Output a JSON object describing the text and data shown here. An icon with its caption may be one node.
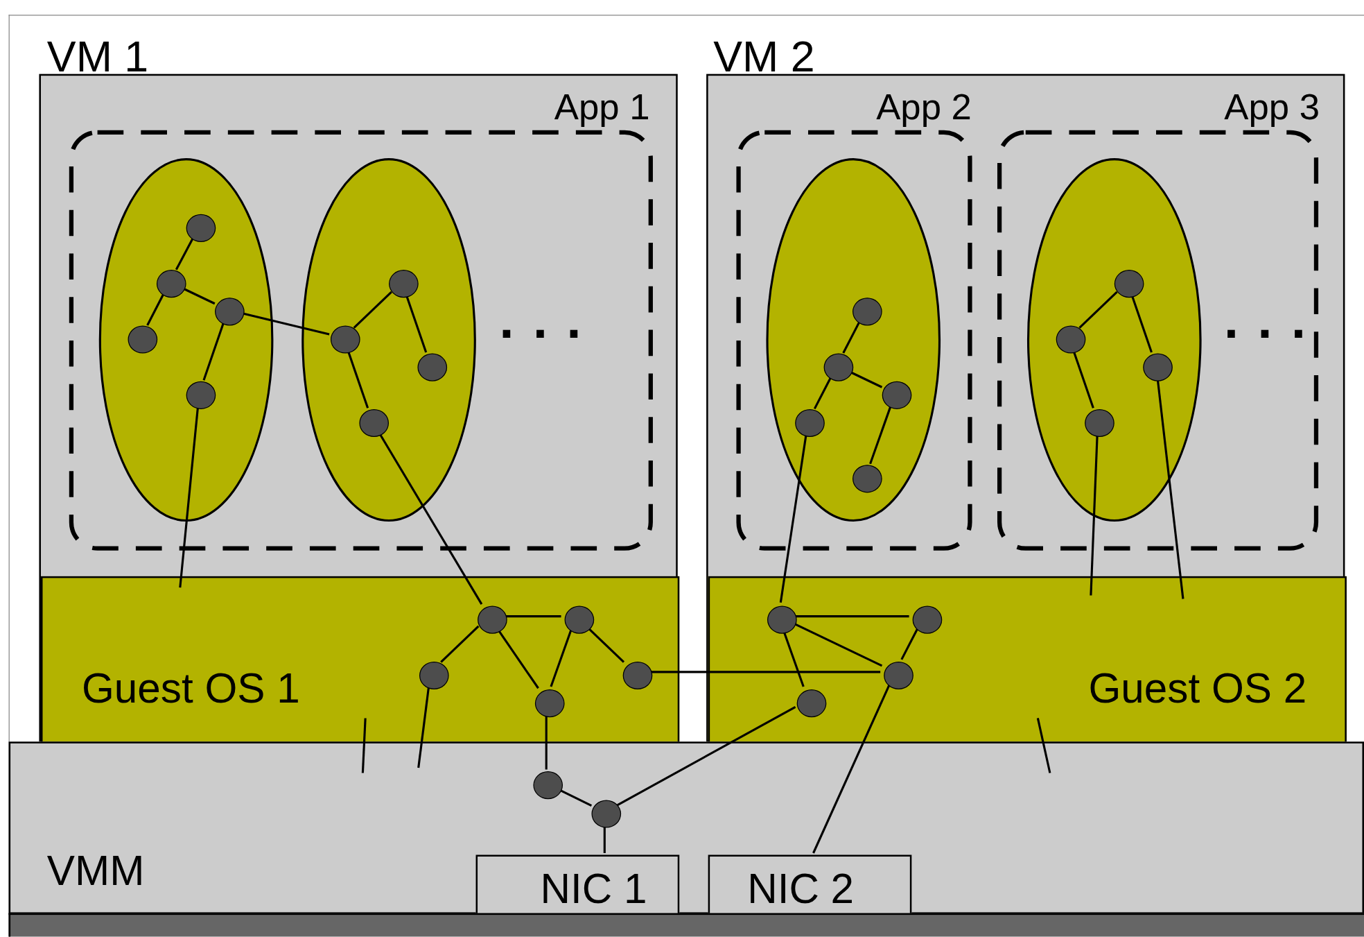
{
  "diagram": {
    "nodes": [
      {
        "text": [
          "VM 1"
        ]
      },
      {
        "text": [
          "App 1"
        ],
        "in": 0
      },
      {
        "text": [],
        "shape": "ellipse",
        "in": 1
      },
      {
        "text": [],
        "shape": "ellipse",
        "in": 1
      },
      {
        "text": [],
        "shape": "circle",
        "in": 2
      },
      {
        "text": [],
        "shape": "circle",
        "in": 2
      },
      {
        "text": [],
        "shape": "circle",
        "in": 2
      },
      {
        "text": [],
        "shape": "circle",
        "in": 2
      },
      {
        "text": [],
        "shape": "circle",
        "in": 2
      },
      {
        "text": [],
        "shape": "circle",
        "in": 3
      },
      {
        "text": [],
        "shape": "circle",
        "in": 3
      },
      {
        "text": [],
        "shape": "circle",
        "in": 3
      },
      {
        "text": [],
        "shape": "circle",
        "in": 3
      },
      {
        "text": [
          "Guest OS 1"
        ],
        "in": 0
      },
      {
        "text": [],
        "shape": "circle",
        "in": 13
      },
      {
        "text": [],
        "shape": "circle",
        "in": 13
      },
      {
        "text": [],
        "shape": "circle",
        "in": 13
      },
      {
        "text": [],
        "shape": "circle",
        "in": 13
      },
      {
        "text": [],
        "shape": "circle",
        "in": 13
      },
      {
        "text": [
          "VM 2"
        ]
      },
      {
        "text": [
          "App 2"
        ],
        "in": 19
      },
      {
        "text": [],
        "shape": "ellipse",
        "in": 20
      },
      {
        "text": [],
        "shape": "circle",
        "in": 21
      },
      {
        "text": [],
        "shape": "circle",
        "in": 21
      },
      {
        "text": [],
        "shape": "circle",
        "in": 21
      },
      {
        "text": [],
        "shape": "circle",
        "in": 21
      },
      {
        "text": [],
        "shape": "circle",
        "in": 21
      },
      {
        "text": [
          "App 3"
        ],
        "in": 19
      },
      {
        "text": [],
        "shape": "ellipse",
        "in": 27
      },
      {
        "text": [],
        "shape": "circle",
        "in": 28
      },
      {
        "text": [],
        "shape": "circle",
        "in": 28
      },
      {
        "text": [],
        "shape": "circle",
        "in": 28
      },
      {
        "text": [],
        "shape": "circle",
        "in": 28
      },
      {
        "text": [
          "Guest OS 2"
        ],
        "in": 19
      },
      {
        "text": [],
        "shape": "circle",
        "in": 33
      },
      {
        "text": [],
        "shape": "circle",
        "in": 33
      },
      {
        "text": [],
        "shape": "circle",
        "in": 33
      },
      {
        "text": [],
        "shape": "circle",
        "in": 33
      },
      {
        "text": [
          "VMM"
        ]
      },
      {
        "text": [],
        "shape": "circle",
        "in": 38
      },
      {
        "text": [],
        "shape": "circle",
        "in": 38
      },
      {
        "text": [
          "NIC 1"
        ],
        "in": 38
      },
      {
        "text": [
          "NIC 2"
        ],
        "in": 38
      },
      {
        "text": [],
        "shape": "bar"
      }
    ],
    "edges": [
      {
        "from": 4,
        "to": 5,
        "arrow": "none"
      },
      {
        "from": 5,
        "to": 7,
        "arrow": "none"
      },
      {
        "from": 5,
        "to": 6,
        "arrow": "none"
      },
      {
        "from": 6,
        "to": 8,
        "arrow": "none"
      },
      {
        "from": 6,
        "to": 9,
        "arrow": "none"
      },
      {
        "from": 9,
        "to": 10,
        "arrow": "none"
      },
      {
        "from": 10,
        "to": 11,
        "arrow": "none"
      },
      {
        "from": 9,
        "to": 12,
        "arrow": "none"
      },
      {
        "from": 12,
        "to": 14,
        "arrow": "none"
      },
      {
        "from": 8,
        "to": 13,
        "arrow": "none"
      },
      {
        "from": 14,
        "to": 15,
        "arrow": "none"
      },
      {
        "from": 14,
        "to": 16,
        "arrow": "none"
      },
      {
        "from": 14,
        "to": 17,
        "arrow": "none"
      },
      {
        "from": 15,
        "to": 17,
        "arrow": "none"
      },
      {
        "from": 15,
        "to": 18,
        "arrow": "none"
      },
      {
        "from": 18,
        "to": 36,
        "arrow": "none"
      },
      {
        "from": 16,
        "to": 38,
        "arrow": "none"
      },
      {
        "from": 22,
        "to": 23,
        "arrow": "none"
      },
      {
        "from": 23,
        "to": 24,
        "arrow": "none"
      },
      {
        "from": 23,
        "to": 25,
        "arrow": "none"
      },
      {
        "from": 24,
        "to": 26,
        "arrow": "none"
      },
      {
        "from": 25,
        "to": 34,
        "arrow": "none"
      },
      {
        "from": 29,
        "to": 30,
        "arrow": "none"
      },
      {
        "from": 29,
        "to": 31,
        "arrow": "none"
      },
      {
        "from": 30,
        "to": 32,
        "arrow": "none"
      },
      {
        "from": 32,
        "to": 33,
        "arrow": "none"
      },
      {
        "from": 31,
        "to": 33,
        "arrow": "none"
      },
      {
        "from": 34,
        "to": 35,
        "arrow": "none"
      },
      {
        "from": 34,
        "to": 36,
        "arrow": "none"
      },
      {
        "from": 35,
        "to": 36,
        "arrow": "none"
      },
      {
        "from": 34,
        "to": 37,
        "arrow": "none"
      },
      {
        "from": 36,
        "to": 42,
        "arrow": "none"
      },
      {
        "from": 37,
        "to": 40,
        "arrow": "none"
      },
      {
        "from": 17,
        "to": 39,
        "arrow": "none"
      },
      {
        "from": 39,
        "to": 40,
        "arrow": "none"
      },
      {
        "from": 40,
        "to": 41,
        "arrow": "none"
      }
    ],
    "labels": [
      "...",
      "..."
    ]
  }
}
